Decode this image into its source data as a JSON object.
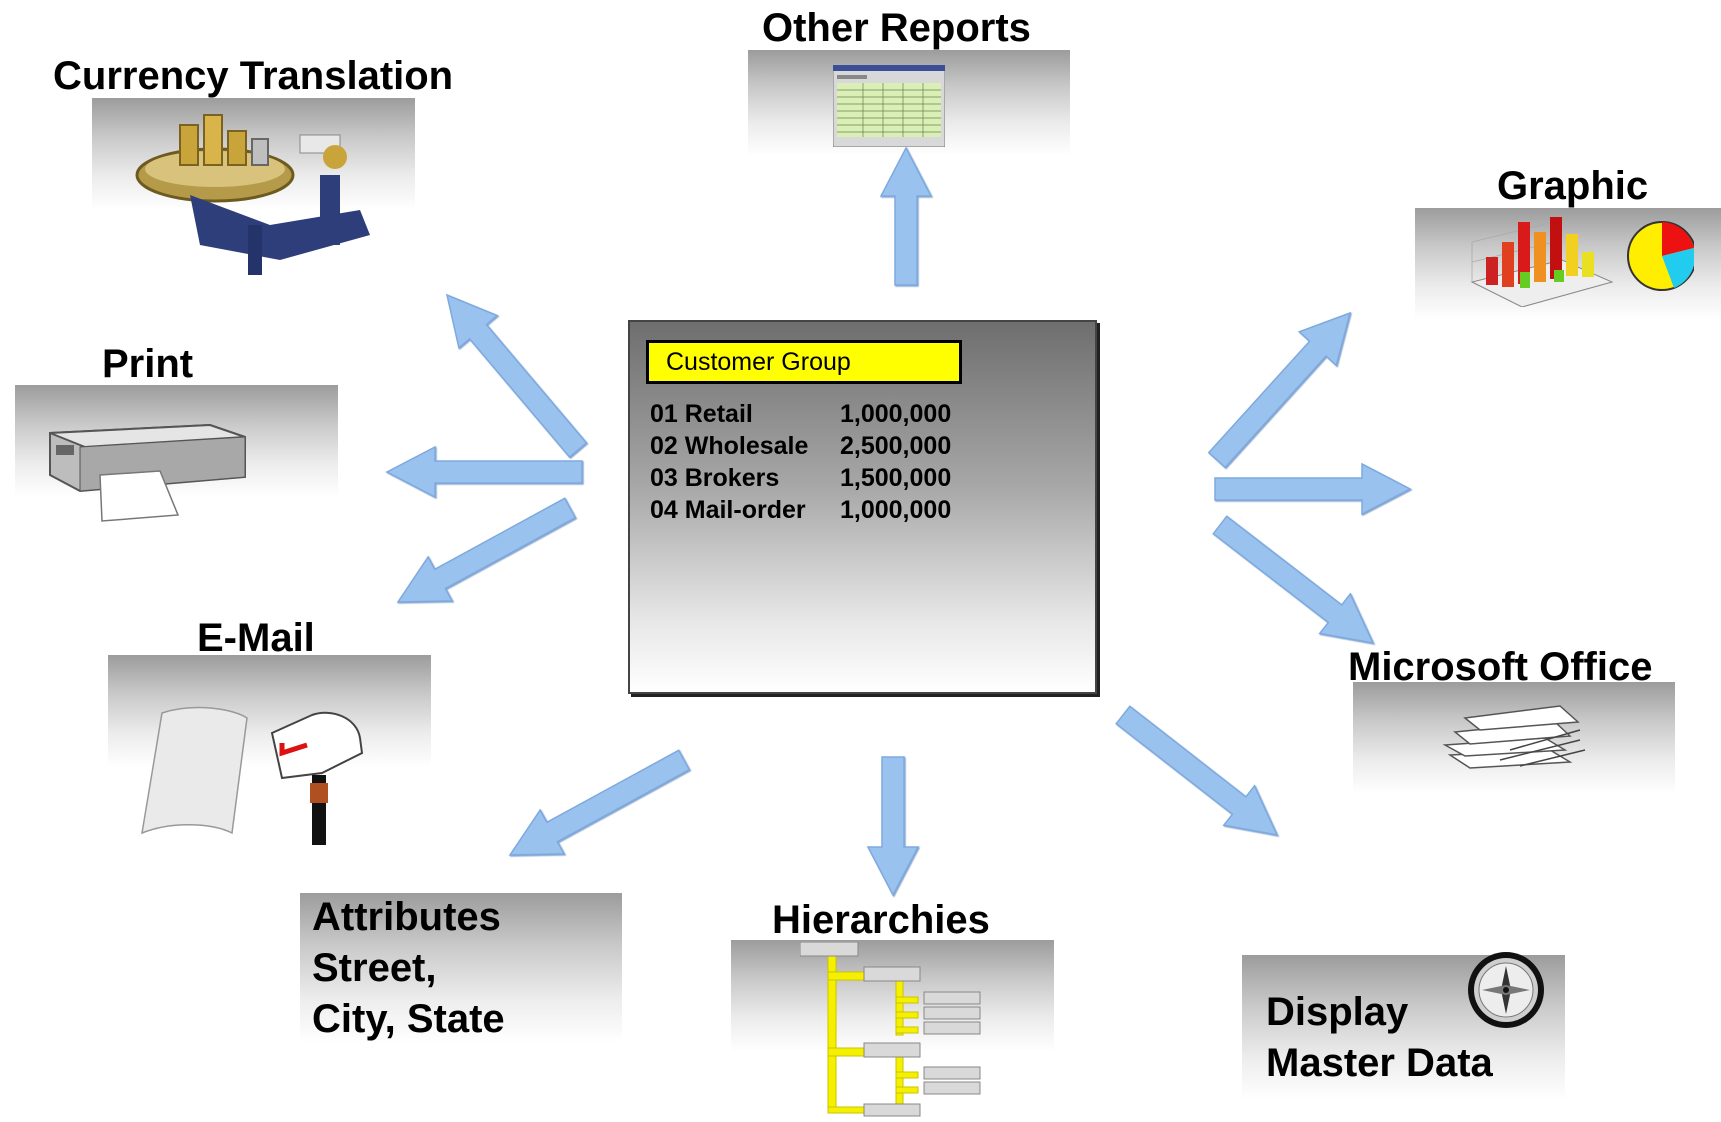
{
  "center": {
    "title": "Customer Group",
    "rows": [
      {
        "label": "01 Retail",
        "value": "1,000,000"
      },
      {
        "label": "02 Wholesale",
        "value": "2,500,000"
      },
      {
        "label": "03 Brokers",
        "value": "1,500,000"
      },
      {
        "label": "04 Mail-order",
        "value": "1,000,000"
      }
    ]
  },
  "nodes": {
    "currency": {
      "label": "Currency Translation",
      "icon": "coin-scale-icon"
    },
    "other_reports": {
      "label": "Other Reports",
      "icon": "spreadsheet-report-icon"
    },
    "graphic": {
      "label": "Graphic",
      "icon": "bar-pie-chart-icon"
    },
    "print": {
      "label": "Print",
      "icon": "printer-icon"
    },
    "email": {
      "label": "E-Mail",
      "icon": "mailbox-icon"
    },
    "office": {
      "label": "Microsoft Office",
      "icon": "document-stack-icon"
    },
    "attributes": {
      "lines": [
        "Attributes",
        "Street,",
        "City, State"
      ]
    },
    "hierarchies": {
      "label": "Hierarchies",
      "icon": "tree-hierarchy-icon"
    },
    "master_data": {
      "lines": [
        "Display",
        "Master Data"
      ],
      "icon": "compass-icon"
    }
  },
  "colors": {
    "arrow": "#99c2ef",
    "highlight": "#ffff00",
    "tree": "#f5f000"
  }
}
